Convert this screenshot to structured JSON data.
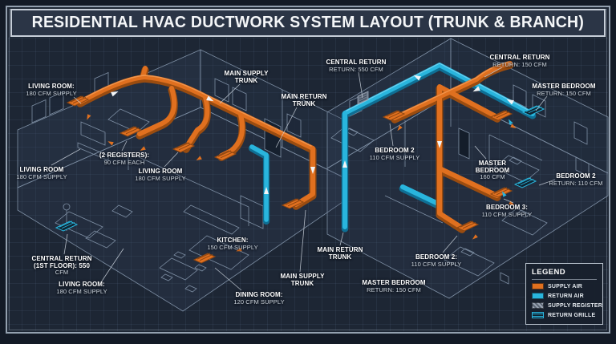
{
  "title": "RESIDENTIAL HVAC DUCTWORK SYSTEM LAYOUT (TRUNK & BRANCH)",
  "colors": {
    "background": "#1d2634",
    "outer_background": "#131a26",
    "frame": "#93a0af",
    "title_bar": "#2b3546",
    "line_art": "#7e8fa4",
    "supply_air": "#e0701f",
    "return_air": "#29b5dd",
    "label_text": "#ffffff",
    "label_subtext": "#cfd7df"
  },
  "labels": [
    {
      "id": "lr-top",
      "lines": [
        {
          "t": "LIVING ROOM:",
          "b": true
        },
        {
          "t": "180 CFM SUPPLY",
          "b": false
        }
      ]
    },
    {
      "id": "mst-top",
      "lines": [
        {
          "t": "MAIN SUPPLY",
          "b": true
        },
        {
          "t": "TRUNK",
          "b": true
        }
      ]
    },
    {
      "id": "mrt-top",
      "lines": [
        {
          "t": "MAIN RETURN",
          "b": true
        },
        {
          "t": "TRUNK",
          "b": true
        }
      ]
    },
    {
      "id": "lr-left",
      "lines": [
        {
          "t": "LIVING ROOM",
          "b": true
        },
        {
          "t": "180 CFM SUPPLY",
          "b": false
        }
      ]
    },
    {
      "id": "regs",
      "lines": [
        {
          "t": "(2 REGISTERS):",
          "b": true
        },
        {
          "t": "90 CFM EACH",
          "b": false
        }
      ]
    },
    {
      "id": "lr-mid",
      "lines": [
        {
          "t": "LIVING ROOM",
          "b": true
        },
        {
          "t": "180 CFM SUPPLY",
          "b": false
        }
      ]
    },
    {
      "id": "cr1",
      "lines": [
        {
          "t": "CENTRAL RETURN",
          "b": true
        },
        {
          "t": "(1ST FLOOR): 550",
          "b": true
        },
        {
          "t": "CFM",
          "b": false
        }
      ]
    },
    {
      "id": "lr-bot",
      "lines": [
        {
          "t": "LIVING ROOM:",
          "b": true
        },
        {
          "t": "180 CFM SUPPLY",
          "b": false
        }
      ]
    },
    {
      "id": "kitchen",
      "lines": [
        {
          "t": "KITCHEN:",
          "b": true
        },
        {
          "t": "150 CFM SUPPLY",
          "b": false
        }
      ]
    },
    {
      "id": "mst-bot",
      "lines": [
        {
          "t": "MAIN SUPPLY",
          "b": true
        },
        {
          "t": "TRUNK",
          "b": true
        }
      ]
    },
    {
      "id": "dining",
      "lines": [
        {
          "t": "DINING ROOM:",
          "b": true
        },
        {
          "t": "120 CFM SUPPLY",
          "b": false
        }
      ]
    },
    {
      "id": "cr550",
      "lines": [
        {
          "t": "CENTRAL RETURN",
          "b": true
        },
        {
          "t": "RETURN: 550 CFM",
          "b": false
        }
      ]
    },
    {
      "id": "cr150",
      "lines": [
        {
          "t": "CENTRAL RETURN",
          "b": true
        },
        {
          "t": "RETURN: 150 CFM",
          "b": false
        }
      ]
    },
    {
      "id": "mbr-top",
      "lines": [
        {
          "t": "MASTER BEDROOM",
          "b": true
        },
        {
          "t": "RETURN: 150 CFM",
          "b": false
        }
      ]
    },
    {
      "id": "b2-left",
      "lines": [
        {
          "t": "BEDROOM 2",
          "b": true
        },
        {
          "t": "110 CFM SUPPLY",
          "b": false
        }
      ]
    },
    {
      "id": "mb160",
      "lines": [
        {
          "t": "MASTER",
          "b": true
        },
        {
          "t": "BEDROOM",
          "b": true
        },
        {
          "t": "160 CFM",
          "b": false
        }
      ]
    },
    {
      "id": "b2-ret",
      "lines": [
        {
          "t": "BEDROOM 2",
          "b": true
        },
        {
          "t": "RETURN: 110 CFM",
          "b": false
        }
      ]
    },
    {
      "id": "b3",
      "lines": [
        {
          "t": "BEDROOM 3:",
          "b": true
        },
        {
          "t": "110 CFM SUPPLY",
          "b": false
        }
      ]
    },
    {
      "id": "mrt-bot",
      "lines": [
        {
          "t": "MAIN RETURN",
          "b": true
        },
        {
          "t": "TRUNK",
          "b": true
        }
      ]
    },
    {
      "id": "b2-bot",
      "lines": [
        {
          "t": "BEDROOM 2:",
          "b": true
        },
        {
          "t": "110 CFM SUPPLY",
          "b": false
        }
      ]
    },
    {
      "id": "mbr-bot",
      "lines": [
        {
          "t": "MASTER BEDROOM",
          "b": true
        },
        {
          "t": "RETURN: 150 CFM",
          "b": false
        }
      ]
    }
  ],
  "legend": {
    "title": "LEGEND",
    "items": [
      {
        "id": "supply-air",
        "label": "SUPPLY AIR",
        "kind": "supply-air",
        "color": "#e0701f"
      },
      {
        "id": "return-air",
        "label": "RETURN AIR",
        "kind": "return-air",
        "color": "#29b5dd"
      },
      {
        "id": "supply-register",
        "label": "SUPPLY REGISTER",
        "kind": "supply-register",
        "color": "#8a93a0"
      },
      {
        "id": "return-grille",
        "label": "RETURN GRILLE",
        "kind": "return-grille",
        "color": "#29b5dd"
      }
    ]
  }
}
